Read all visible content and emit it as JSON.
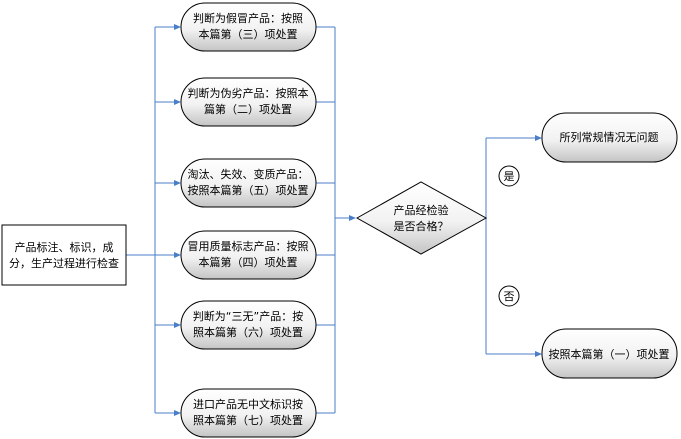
{
  "start_node": {
    "line1": "产品标注、标识，成",
    "line2": "分，生产过程进行检查"
  },
  "branches": [
    {
      "line1": "判断为假冒产品：按照",
      "line2": "本篇第（三）项处置"
    },
    {
      "line1": "判断为伪劣产品：按照本",
      "line2": "篇第（二）项处置"
    },
    {
      "line1": "淘汰、失效、变质产品：",
      "line2": "按照本篇第（五）项处置"
    },
    {
      "line1": "冒用质量标志产品：按照",
      "line2": "本篇第（四）项处置"
    },
    {
      "line1": "判断为“三无”产品：按",
      "line2": "照本篇第（六）项处置"
    },
    {
      "line1": "进口产品无中文标识按",
      "line2": "照本篇第（七）项处置"
    }
  ],
  "decision": {
    "line1": "产品经检验",
    "line2": "是否合格？"
  },
  "yes_label": "是",
  "no_label": "否",
  "yes_result": "所列常规情况无问题",
  "no_result": "按照本篇第（一）项处置",
  "colors": {
    "connector": "#4a7ec8",
    "box_light": "#ffffff",
    "box_dark": "#c8c8c8"
  }
}
